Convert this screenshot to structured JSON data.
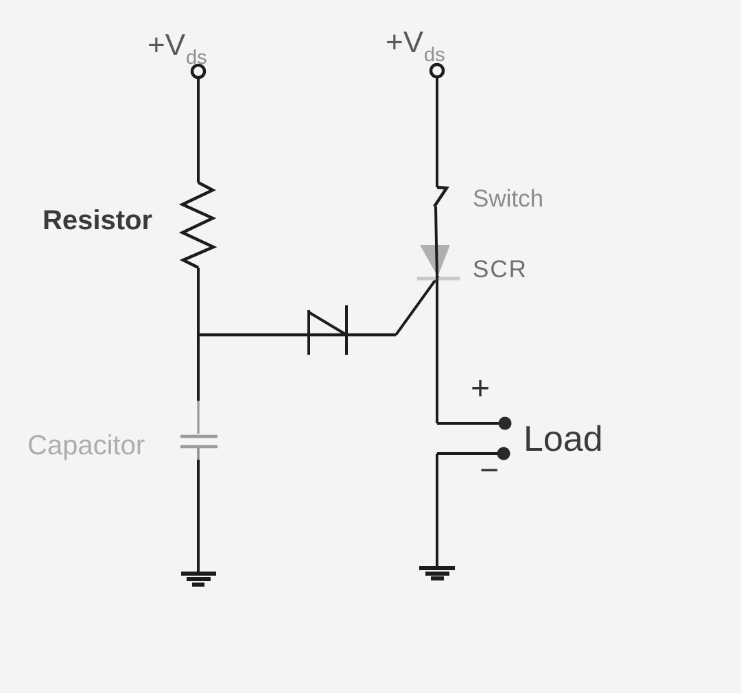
{
  "background": "#f4f4f4",
  "palette": {
    "wire": "#1c1c1c",
    "faded_wire": "#a0a0a0",
    "scr_fill": "#b0b0b0",
    "scr_cathode_bar": "#c9c9c9",
    "text_dark": "#3a3a3a",
    "text_gray": "#8d8d8d",
    "text_light": "#adadad"
  },
  "labels": {
    "supply_left": {
      "main": "+V",
      "sub": "ds"
    },
    "supply_right": {
      "main": "+V",
      "sub": "ds"
    },
    "resistor": "Resistor",
    "switch": "Switch",
    "scr": "SCR",
    "capacitor": "Capacitor",
    "load": "Load",
    "load_positive": "+",
    "load_negative": "−"
  }
}
